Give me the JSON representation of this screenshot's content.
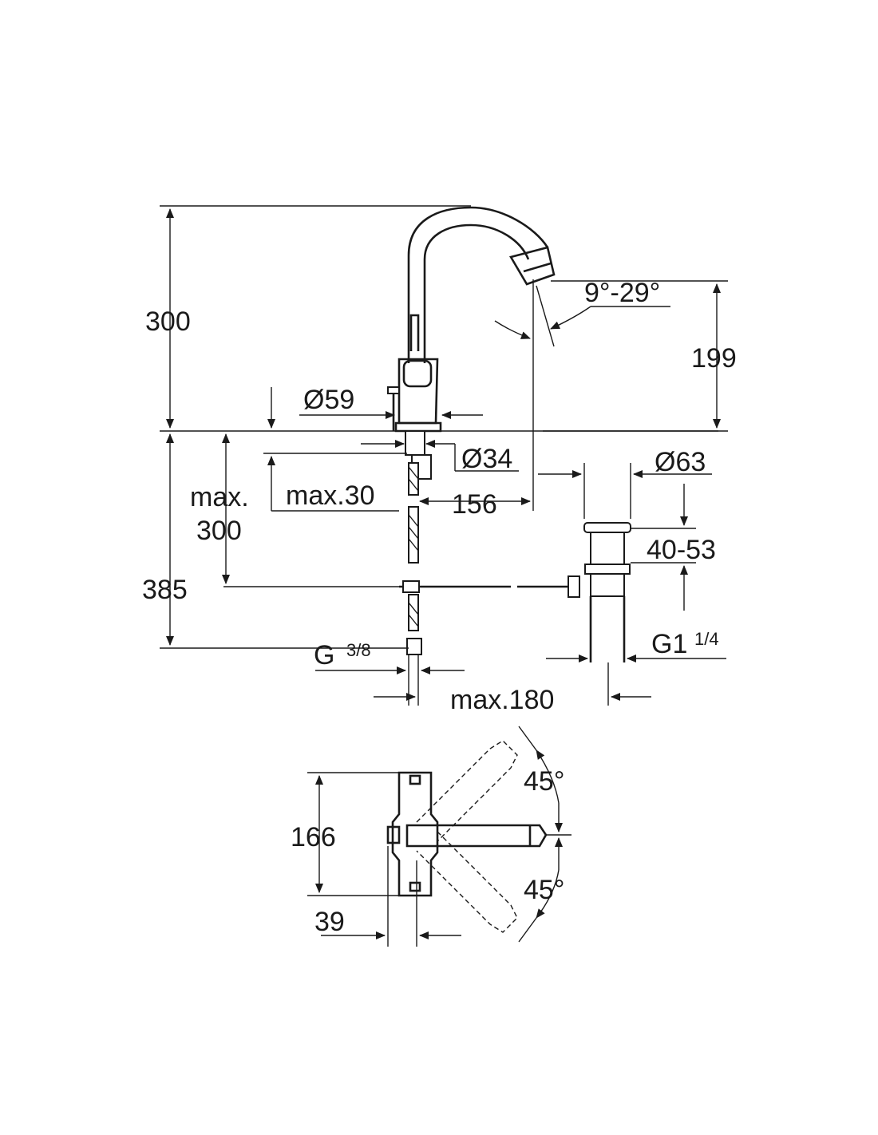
{
  "dimensions": {
    "height_total": "300",
    "spout_angle": "9°-29°",
    "spout_height": "199",
    "base_diameter": "Ø59",
    "shank_diameter": "Ø34",
    "waste_diameter": "Ø63",
    "max_thickness": "max.30",
    "reach": "156",
    "max_label": "max.",
    "max_value": "300",
    "waste_range": "40-53",
    "total_depth": "385",
    "connection_left_main": "G",
    "connection_left_frac": "3/8",
    "connection_right_main": "G1",
    "connection_right_frac": "1/4",
    "max_rod": "max.180",
    "plan_width": "166",
    "plan_offset": "39",
    "angle_upper": "45°",
    "angle_lower": "45°"
  }
}
